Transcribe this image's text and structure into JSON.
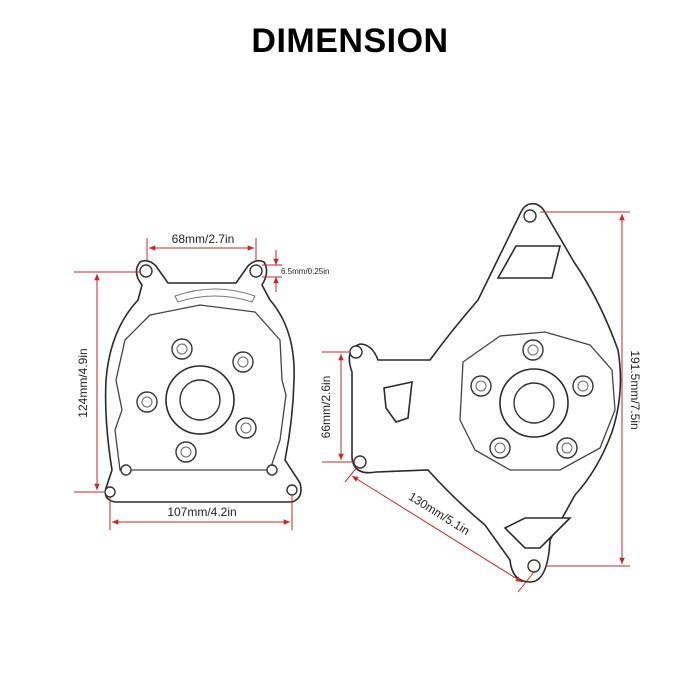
{
  "title": "DIMENSION",
  "left_part": {
    "top_width": "68mm/2.7in",
    "hole_dia": "6.5mm/0.25in",
    "height": "124mm/4.9in",
    "bottom_width": "107mm/4.2in"
  },
  "right_part": {
    "height": "191.5mm/7.5in",
    "left_height": "66mm/2.6in",
    "diagonal": "130mm/5.1in"
  },
  "colors": {
    "dimension_line": "#c42a2a",
    "outline": "#2a2a2a"
  }
}
